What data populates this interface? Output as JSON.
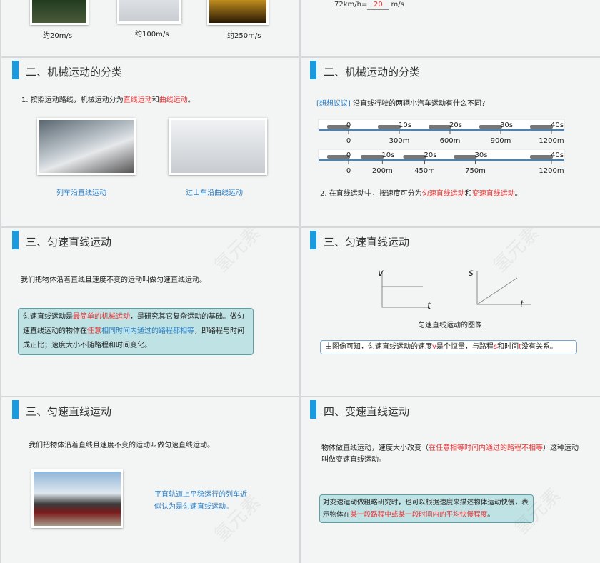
{
  "slide_top_left": {
    "captions": [
      "约20m/s",
      "约100m/s",
      "约250m/s"
    ]
  },
  "slide_top_right": {
    "formula_prefix": "72km/h=",
    "answer": "20",
    "unit": "m/s"
  },
  "slide_classify_left": {
    "title": "二、机械运动的分类",
    "point_prefix": "1. 按照运动路线，机械运动分为",
    "red1": "直线运动",
    "and": "和",
    "red2": "曲线运动",
    "end": "。",
    "caption1": "列车沿直线运动",
    "caption2": "过山车沿曲线运动"
  },
  "slide_classify_right": {
    "title": "二、机械运动的分类",
    "tag": "[想想议议]",
    "question": "沿直线行驶的两辆小汽车运动有什么不同?",
    "track1": {
      "times": [
        "0",
        "10s",
        "20s",
        "30s",
        "40s"
      ],
      "distances": [
        "0",
        "300m",
        "600m",
        "900m",
        "1200m"
      ]
    },
    "track2": {
      "times": [
        "0",
        "10s",
        "20s",
        "30s",
        "40s"
      ],
      "distances": [
        "0",
        "200m",
        "450m",
        "750m",
        "1200m"
      ]
    },
    "point_prefix": "2. 在直线运动中，按速度可分为",
    "red1": "匀速直线运动",
    "and": "和",
    "red2": "变速直线运动",
    "end": "。"
  },
  "slide_uniform_left": {
    "title": "三、匀速直线运动",
    "definition": "我们把物体沿着直线且速度不变的运动叫做匀速直线运动。",
    "box": {
      "a": "匀速直线运动是",
      "b": "最简单的机械运动",
      "c": "，是研究其它复杂运动的基础。做匀速直线运动的物体在",
      "d": "任意",
      "e": "相同时间内通过的路程都相等",
      "f": "，即路程与时间成正比；速度大小不随路程和时间变化。"
    }
  },
  "slide_uniform_right": {
    "title": "三、匀速直线运动",
    "graph1": {
      "y": "v",
      "x": "t"
    },
    "graph2": {
      "y": "s",
      "x": "t"
    },
    "caption": "匀速直线运动的图像",
    "box": {
      "a": "由图像可知，匀速直线运动的速度",
      "v": "v",
      "b": "是个恒量，与路程",
      "s": "s",
      "c": "和时间",
      "t": "t",
      "d": "没有关系。"
    }
  },
  "slide_uniform2": {
    "title": "三、匀速直线运动",
    "definition": "我们把物体沿着直线且速度不变的运动叫做匀速直线运动。",
    "caption": "平直轨道上平稳运行的列车近似认为是匀速直线运动。"
  },
  "slide_variable": {
    "title": "四、变速直线运动",
    "def_a": "物体做直线运动，速度大小改变（",
    "def_red": "在任意相等时间内通过的路程不相等",
    "def_b": "）这种运动叫做变速直线运动。",
    "box": {
      "a": "对变速运动做粗略研究时，也可以根据速度来描述物体运动快慢，表示物体在",
      "red": "某一段路程中或某一段时间内的平均快慢程度",
      "end": "。"
    }
  },
  "watermark": "氢元素"
}
